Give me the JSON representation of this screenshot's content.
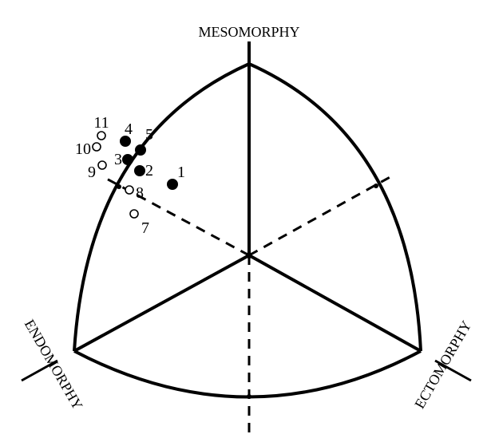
{
  "axes": {
    "top": "MESOMORPHY",
    "left": "ENDOMORPHY",
    "right": "ECTOMORPHY"
  },
  "points": [
    {
      "label": "1",
      "filled": true
    },
    {
      "label": "2",
      "filled": true
    },
    {
      "label": "3",
      "filled": true
    },
    {
      "label": "4",
      "filled": true
    },
    {
      "label": "5",
      "filled": true
    },
    {
      "label": "7",
      "filled": false
    },
    {
      "label": "8",
      "filled": false
    },
    {
      "label": "9",
      "filled": false
    },
    {
      "label": "10",
      "filled": false
    },
    {
      "label": "11",
      "filled": false
    }
  ],
  "colors": {
    "ink": "#000000",
    "background": "#ffffff"
  }
}
